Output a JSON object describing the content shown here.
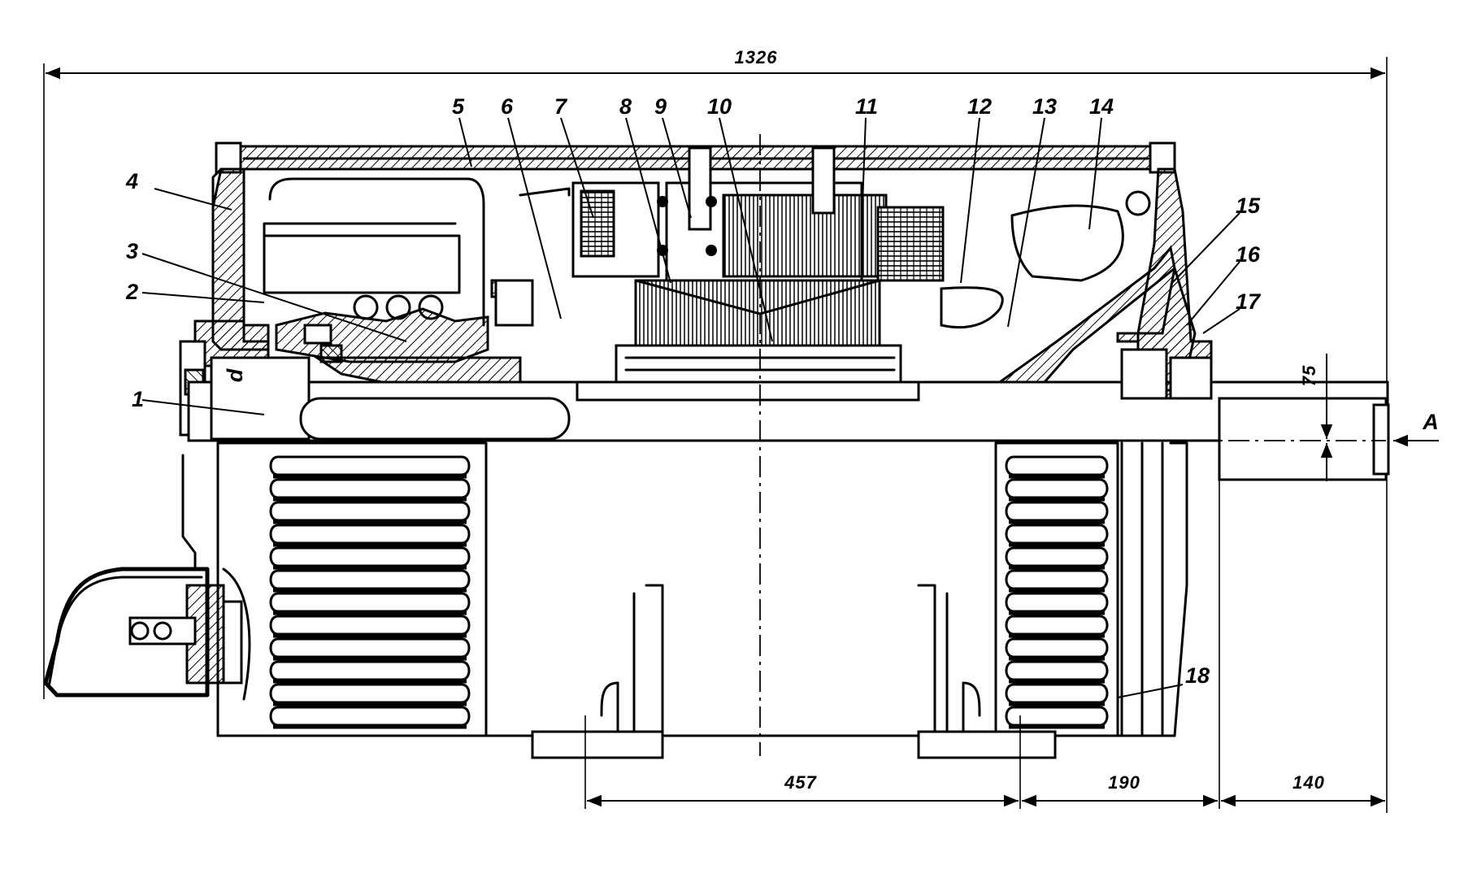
{
  "drawing": {
    "part_labels": [
      "1",
      "2",
      "3",
      "4",
      "5",
      "6",
      "7",
      "8",
      "9",
      "10",
      "11",
      "12",
      "13",
      "14",
      "15",
      "16",
      "17",
      "18"
    ],
    "dimensions": {
      "overall_length": "1326",
      "feet_spacing": "457",
      "foot_to_end": "190",
      "shaft_extension": "140",
      "shaft_height": "75"
    },
    "view_marker": "A",
    "terminal_mark": "d"
  }
}
